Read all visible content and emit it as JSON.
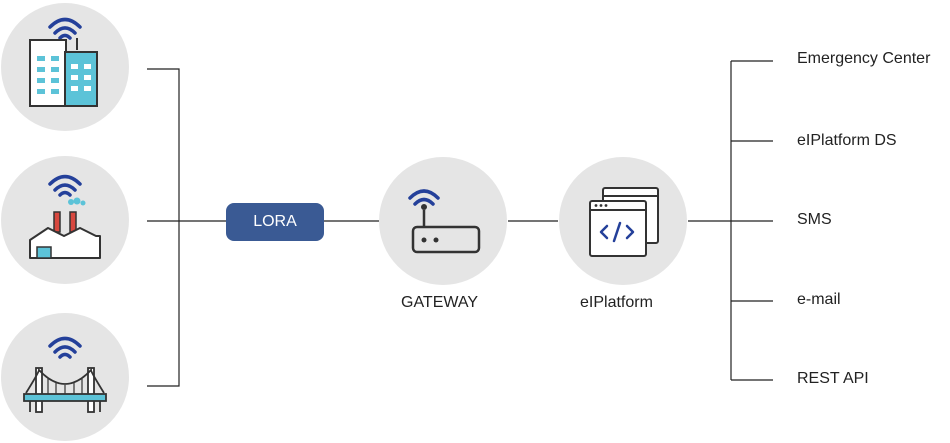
{
  "colors": {
    "circle": "#e5e5e5",
    "line": "#222222",
    "pill": "#3a5a94",
    "wifi": "#24409a",
    "accent_cyan": "#5cc3d8",
    "accent_red": "#d8483f"
  },
  "sources": [
    {
      "icon": "building-wifi-icon"
    },
    {
      "icon": "factory-wifi-icon"
    },
    {
      "icon": "bridge-wifi-icon"
    }
  ],
  "network": {
    "label": "LORA"
  },
  "gateway": {
    "label": "GATEWAY",
    "icon": "router-icon"
  },
  "platform": {
    "label": "eIPlatform",
    "icon": "code-window-icon"
  },
  "outputs": [
    {
      "label": "Emergency Center"
    },
    {
      "label": "eIPlatform DS"
    },
    {
      "label": "SMS"
    },
    {
      "label": "e-mail"
    },
    {
      "label": "REST API"
    }
  ]
}
